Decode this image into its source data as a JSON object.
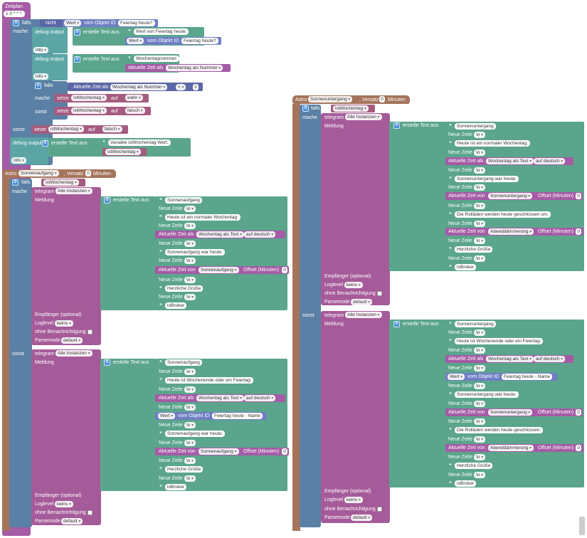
{
  "schedule": {
    "title": "Zeitplan",
    "cron": "1 0 * * *",
    "if_label": "falls",
    "not_label": "nicht",
    "value_label": "Wert",
    "of_object_label": "vom Objekt ID",
    "object_holiday": "Feiertag heute?",
    "do_label": "mache",
    "else_label": "sonst",
    "debug_label": "debug output",
    "create_text_label": "erstelle Text aus",
    "holiday_text": "Wert von Feiertag heute:",
    "info_level": "info",
    "weekday_no_text": "Wochentagnummer:",
    "current_time_as": "Aktuelle Zeit als",
    "weekday_as_number": "Wochentag als Nummer",
    "lt_op": "<",
    "five": "5",
    "set_label": "setze",
    "var_name": "istWochentag",
    "to_label": "auf",
    "true_val": "wahr",
    "false_val": "falsch",
    "variable_text": "Variable istWochentag Wert:"
  },
  "astro_sunrise": {
    "astro_label": "Astro",
    "event": "Sonnenaufgang",
    "offset_label": ", Versatz",
    "offset_value": "0",
    "minutes_label": "Minuten"
  },
  "astro_sunset": {
    "astro_label": "Astro",
    "event": "Sonnenuntergang",
    "offset_label": ", Versatz",
    "offset_value": "0",
    "minutes_label": "Minuten"
  },
  "telegram": {
    "label": "telegram",
    "all_instances": "Alle Instanzen",
    "message_label": "Meldung",
    "receiver_label": "Empfänger (optional)",
    "loglevel_label": "Loglevel",
    "loglevel_value": "keins",
    "silent_label": "ohne Benachrichtigung",
    "parsemode_label": "Parsemode",
    "parsemode_value": "default",
    "new_line": "Neue Zeile",
    "ln": "\\n",
    "weekday_as_text": "Wochentag als Text",
    "in_german": "auf deutsch",
    "current_time_from": "Aktuelle Zeit von",
    "offset_minutes": "Offset (Minuten)",
    "zero": "0",
    "greeting": "Herzliche Grüße",
    "sender": "ioBroker",
    "object_holiday_name": "Feiertag heute - Name"
  },
  "sunrise_msgs": {
    "normal_day": "Heute ist ein normaler Wochentag:",
    "weekend_day": "Heute ist Wochenende oder ein Feiertag:",
    "was_today": "Sonnenaufgang war heute:"
  },
  "sunset_msgs": {
    "normal_day": "Heute ist ein normaler Wochentag:",
    "weekend_day": "Heute ist Wochenende oder ein Feiertag:",
    "was_today": "Sonnenuntergang war heute:",
    "closing": "Die Rolläden werden heute geschlossen um:",
    "closing_2": "Die Rolläden werden heute geschlossen:",
    "dusk": "Abenddämmerung"
  }
}
